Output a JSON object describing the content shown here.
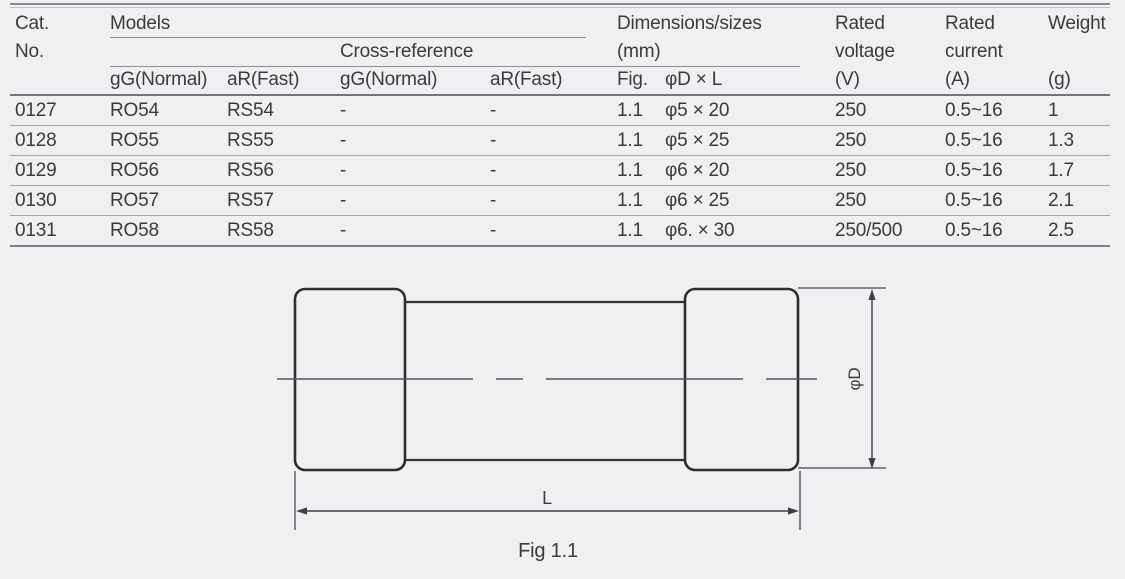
{
  "page": {
    "background": "#f0f0f2",
    "text_color": "#3b3b3d",
    "header_rule_color": "#74757a",
    "row_rule_color": "#a6a7ab"
  },
  "table": {
    "header": {
      "cat_line1": "Cat.",
      "cat_line2": "No.",
      "models": "Models",
      "cross_reference": "Cross-reference",
      "dimensions_line1": "Dimensions/sizes",
      "dimensions_line2": "(mm)",
      "rated_voltage_line1": "Rated",
      "rated_voltage_line2": "voltage",
      "rated_voltage_unit": "(V)",
      "rated_current_line1": "Rated",
      "rated_current_line2": "current",
      "rated_current_unit": "(A)",
      "weight": "Weight",
      "weight_unit": "(g)",
      "col_gg_normal": "gG(Normal)",
      "col_ar_fast": "aR(Fast)",
      "col_cross_gg_normal": "gG(Normal)",
      "col_cross_ar_fast": "aR(Fast)",
      "col_fig": "Fig.",
      "col_d_x_l": "φD × L"
    },
    "rows": [
      {
        "cat": "0127",
        "gg": "RO54",
        "ar": "RS54",
        "cgg": "-",
        "car": "-",
        "fig": "1.1",
        "dxl": "φ5 × 20",
        "v": "250",
        "a": "0.5~16",
        "w": "1"
      },
      {
        "cat": "0128",
        "gg": "RO55",
        "ar": "RS55",
        "cgg": "-",
        "car": "-",
        "fig": "1.1",
        "dxl": "φ5 × 25",
        "v": "250",
        "a": "0.5~16",
        "w": "1.3"
      },
      {
        "cat": "0129",
        "gg": "RO56",
        "ar": "RS56",
        "cgg": "-",
        "car": "-",
        "fig": "1.1",
        "dxl": "φ6 × 20",
        "v": "250",
        "a": "0.5~16",
        "w": "1.7"
      },
      {
        "cat": "0130",
        "gg": "RO57",
        "ar": "RS57",
        "cgg": "-",
        "car": "-",
        "fig": "1.1",
        "dxl": "φ6 × 25",
        "v": "250",
        "a": "0.5~16",
        "w": "2.1"
      },
      {
        "cat": "0131",
        "gg": "RO58",
        "ar": "RS58",
        "cgg": "-",
        "car": "-",
        "fig": "1.1",
        "dxl": "φ6. × 30",
        "v": "250/500",
        "a": "0.5~16",
        "w": "2.5"
      }
    ]
  },
  "diagram": {
    "diameter_label": "φD",
    "length_label": "L",
    "caption": "Fig 1.1"
  }
}
